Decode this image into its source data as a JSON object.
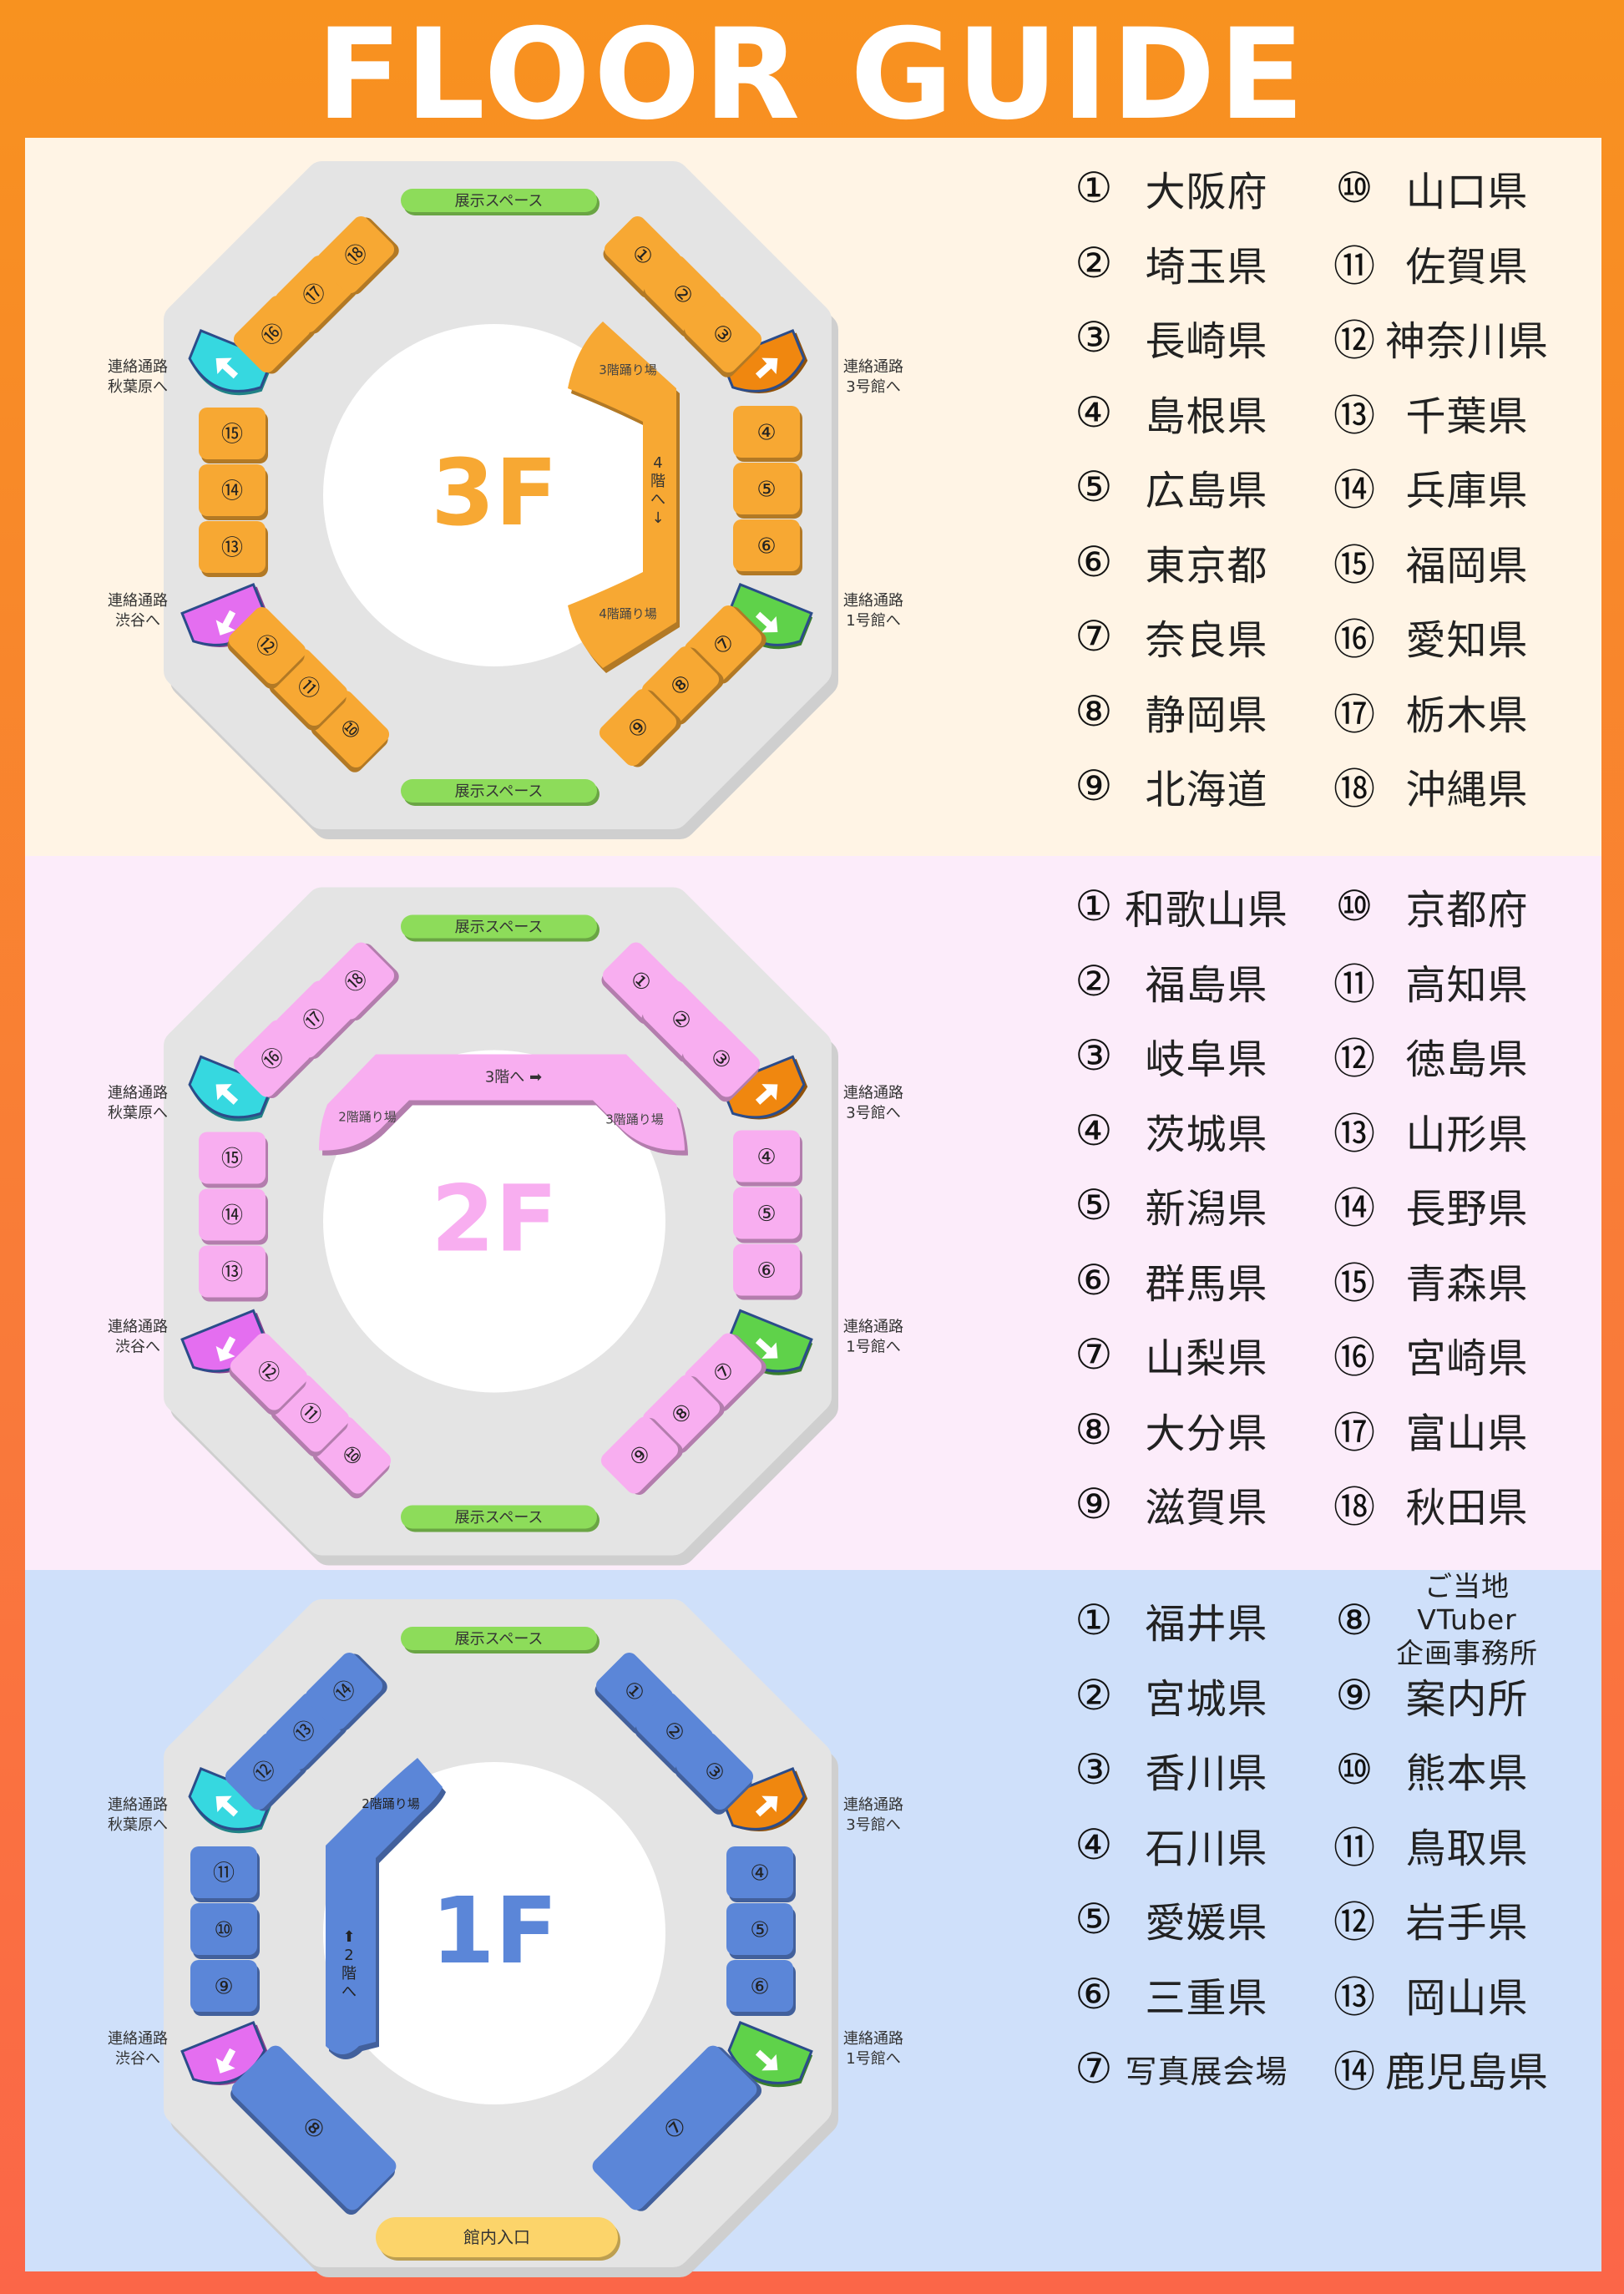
{
  "title": "FLOOR GUIDE",
  "connectors": {
    "akihabara": "連絡通路\n秋葉原へ",
    "shibuya": "連絡通路\n渋谷へ",
    "bldg3": "連絡通路\n3号館へ",
    "bldg1": "連絡通路\n1号館へ"
  },
  "exhibit_space": "展示スペース",
  "floors": [
    {
      "label": "3F",
      "color": "#f7a833",
      "stairs": {
        "upper": "3階踊り場",
        "lower": "4階踊り場",
        "direction": "4\n階\nへ\n↓"
      },
      "legend": [
        {
          "num": "①",
          "name": "大阪府"
        },
        {
          "num": "②",
          "name": "埼玉県"
        },
        {
          "num": "③",
          "name": "長崎県"
        },
        {
          "num": "④",
          "name": "島根県"
        },
        {
          "num": "⑤",
          "name": "広島県"
        },
        {
          "num": "⑥",
          "name": "東京都"
        },
        {
          "num": "⑦",
          "name": "奈良県"
        },
        {
          "num": "⑧",
          "name": "静岡県"
        },
        {
          "num": "⑨",
          "name": "北海道"
        },
        {
          "num": "⑩",
          "name": "山口県"
        },
        {
          "num": "⑪",
          "name": "佐賀県"
        },
        {
          "num": "⑫",
          "name": "神奈川県"
        },
        {
          "num": "⑬",
          "name": "千葉県"
        },
        {
          "num": "⑭",
          "name": "兵庫県"
        },
        {
          "num": "⑮",
          "name": "福岡県"
        },
        {
          "num": "⑯",
          "name": "愛知県"
        },
        {
          "num": "⑰",
          "name": "栃木県"
        },
        {
          "num": "⑱",
          "name": "沖縄県"
        }
      ]
    },
    {
      "label": "2F",
      "color": "#f8aef0",
      "stairs": {
        "left": "2階踊り場",
        "right": "3階踊り場",
        "direction": "3階へ ➡"
      },
      "legend": [
        {
          "num": "①",
          "name": "和歌山県"
        },
        {
          "num": "②",
          "name": "福島県"
        },
        {
          "num": "③",
          "name": "岐阜県"
        },
        {
          "num": "④",
          "name": "茨城県"
        },
        {
          "num": "⑤",
          "name": "新潟県"
        },
        {
          "num": "⑥",
          "name": "群馬県"
        },
        {
          "num": "⑦",
          "name": "山梨県"
        },
        {
          "num": "⑧",
          "name": "大分県"
        },
        {
          "num": "⑨",
          "name": "滋賀県"
        },
        {
          "num": "⑩",
          "name": "京都府"
        },
        {
          "num": "⑪",
          "name": "高知県"
        },
        {
          "num": "⑫",
          "name": "徳島県"
        },
        {
          "num": "⑬",
          "name": "山形県"
        },
        {
          "num": "⑭",
          "name": "長野県"
        },
        {
          "num": "⑮",
          "name": "青森県"
        },
        {
          "num": "⑯",
          "name": "宮崎県"
        },
        {
          "num": "⑰",
          "name": "富山県"
        },
        {
          "num": "⑱",
          "name": "秋田県"
        }
      ]
    },
    {
      "label": "1F",
      "color": "#5b86d8",
      "entrance": "館内入口",
      "stairs": {
        "upper": "2階踊り場",
        "direction": "⬆\n2\n階\nへ"
      },
      "legend": [
        {
          "num": "①",
          "name": "福井県"
        },
        {
          "num": "②",
          "name": "宮城県"
        },
        {
          "num": "③",
          "name": "香川県"
        },
        {
          "num": "④",
          "name": "石川県"
        },
        {
          "num": "⑤",
          "name": "愛媛県"
        },
        {
          "num": "⑥",
          "name": "三重県"
        },
        {
          "num": "⑦",
          "name": "写真展会場"
        },
        {
          "num": "⑧",
          "name": "ご当地VTuber\n企画事務所"
        },
        {
          "num": "⑨",
          "name": "案内所"
        },
        {
          "num": "⑩",
          "name": "熊本県"
        },
        {
          "num": "⑪",
          "name": "鳥取県"
        },
        {
          "num": "⑫",
          "name": "岩手県"
        },
        {
          "num": "⑬",
          "name": "岡山県"
        },
        {
          "num": "⑭",
          "name": "鹿児島県"
        }
      ]
    }
  ]
}
